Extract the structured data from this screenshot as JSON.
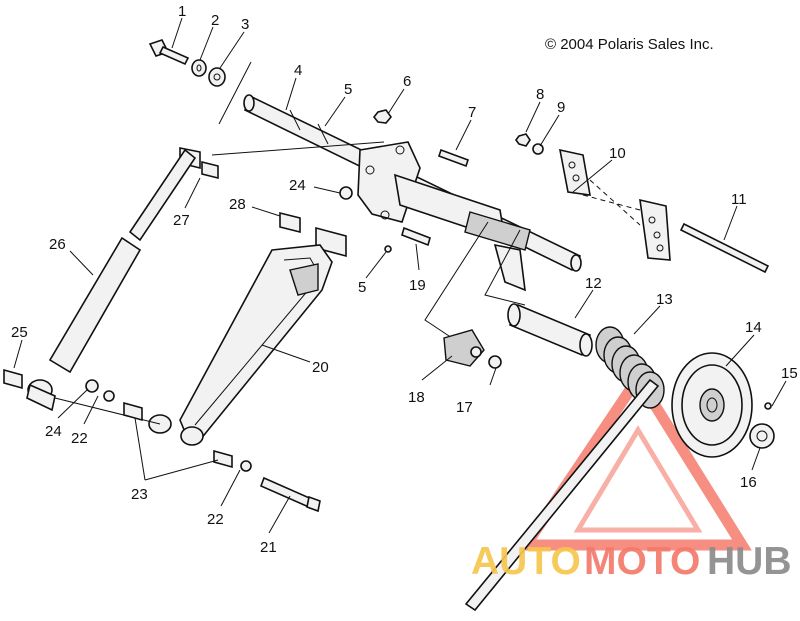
{
  "copyright": "© 2004 Polaris Sales Inc.",
  "watermark": {
    "brand": "AUTOMOTOHUB",
    "part1": "AUTO",
    "part2": "MOTO",
    "part3": "HUB",
    "color_red": "#f47a6b",
    "color_yellow": "#f7c64f",
    "color_gray": "#8c8c8c"
  },
  "callouts": {
    "c1": "1",
    "c2": "2",
    "c3": "3",
    "c4": "4",
    "c5a": "5",
    "c5b": "5",
    "c6": "6",
    "c7": "7",
    "c8": "8",
    "c9": "9",
    "c10": "10",
    "c11": "11",
    "c12": "12",
    "c13": "13",
    "c14": "14",
    "c15": "15",
    "c16": "16",
    "c17": "17",
    "c18": "18",
    "c19": "19",
    "c20": "20",
    "c21": "21",
    "c22a": "22",
    "c22b": "22",
    "c23": "23",
    "c24a": "24",
    "c24b": "24",
    "c25": "25",
    "c26": "26",
    "c27": "27",
    "c28": "28"
  }
}
